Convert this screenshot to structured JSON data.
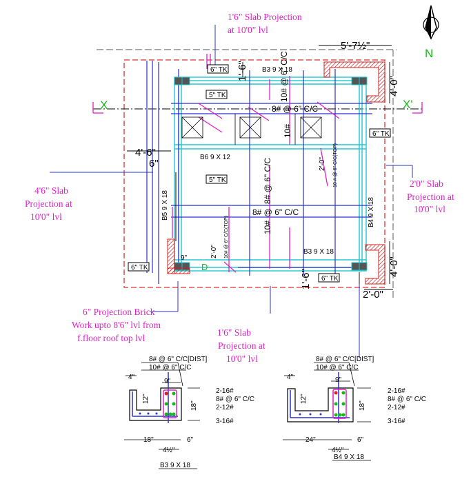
{
  "compass": {
    "label": "N",
    "color": "#18b818"
  },
  "notes": {
    "top_slab": [
      "1'6\" Slab Projection",
      "at 10'0\" lvl"
    ],
    "left_slab": [
      "4'6\" Slab",
      "Projection at",
      "10'0\" lvl"
    ],
    "right_slab": [
      "2'0\" Slab",
      "Projection at",
      "10'0\" lvl"
    ],
    "brick": [
      "6\" Projection Brick",
      "Work upto 8'6\" lvl from",
      "f.floor roof top lvl"
    ],
    "bottom_slab": [
      "1'6\" Slab",
      "Projection at",
      "10'0\" lvl"
    ]
  },
  "grid": {
    "x_left": "X",
    "x_right": "X'"
  },
  "dims": {
    "top_right": "5'-7½\"",
    "left_45": "4'-6\"",
    "left_6": "6\"",
    "top_16": "1'-6\"",
    "right_40_top": "4'-0\"",
    "right_40_bot": "4'-0\"",
    "right_20": "2'-0\"",
    "bottom_16": "1'-6\"",
    "inner_20_top": "2'-0\"",
    "inner_20_bot": "2'-0\"",
    "nine_in": "9\"",
    "d_mark": "D"
  },
  "tk_tags": [
    "6\" TK",
    "5\" TK",
    "6\" TK",
    "5\" TK",
    "6\" TK",
    "6\" TK"
  ],
  "beams": {
    "b3_top": "B3 9 X 18",
    "b6": "B6 9 X 12",
    "b5": "B5  9 X 18",
    "b4": "B4 9 X 18",
    "b3_bot": "B3 9 X 18"
  },
  "rebar": {
    "top_v": "10# @ 6\" C/C",
    "top_h": "8# @ 6\" C/C",
    "v10_top": "10#",
    "mid_h": "8# @ 6\" C/C",
    "mid_v": "8# @ 6\" C/C",
    "v10_mid": "10#",
    "top_small": "10 # @ 6\" C/C(TOP)",
    "bot_small": "10# @ 6\" C/C(TOP)"
  },
  "sections": [
    {
      "title": "B3  9 X 18",
      "note1": "8# @ 6\" C/C[DIST]",
      "note2": "10# @ 6\" C/C",
      "bars": [
        "2-16#",
        "8# @ 6\" C/C",
        "2-12#",
        "3-16#"
      ],
      "d4": "4\"",
      "d9": "9\"",
      "d12": "12\"",
      "d18v": "18\"",
      "d18h": "18\"",
      "d42": "4½\"",
      "d6": "6\""
    },
    {
      "title": "B4  9 X 18",
      "note1": "8# @ 6\" C/C[DIST]",
      "note2": "10# @ 6\" C/C",
      "bars": [
        "2-16#",
        "8# @ 6\" C/C",
        "2-12#",
        "3-16#"
      ],
      "d4": "4\"",
      "d9": "9\"",
      "d12": "12\"",
      "d18v": "18\"",
      "d24h": "24\"",
      "d42": "4½\"",
      "d6": "6\""
    }
  ]
}
